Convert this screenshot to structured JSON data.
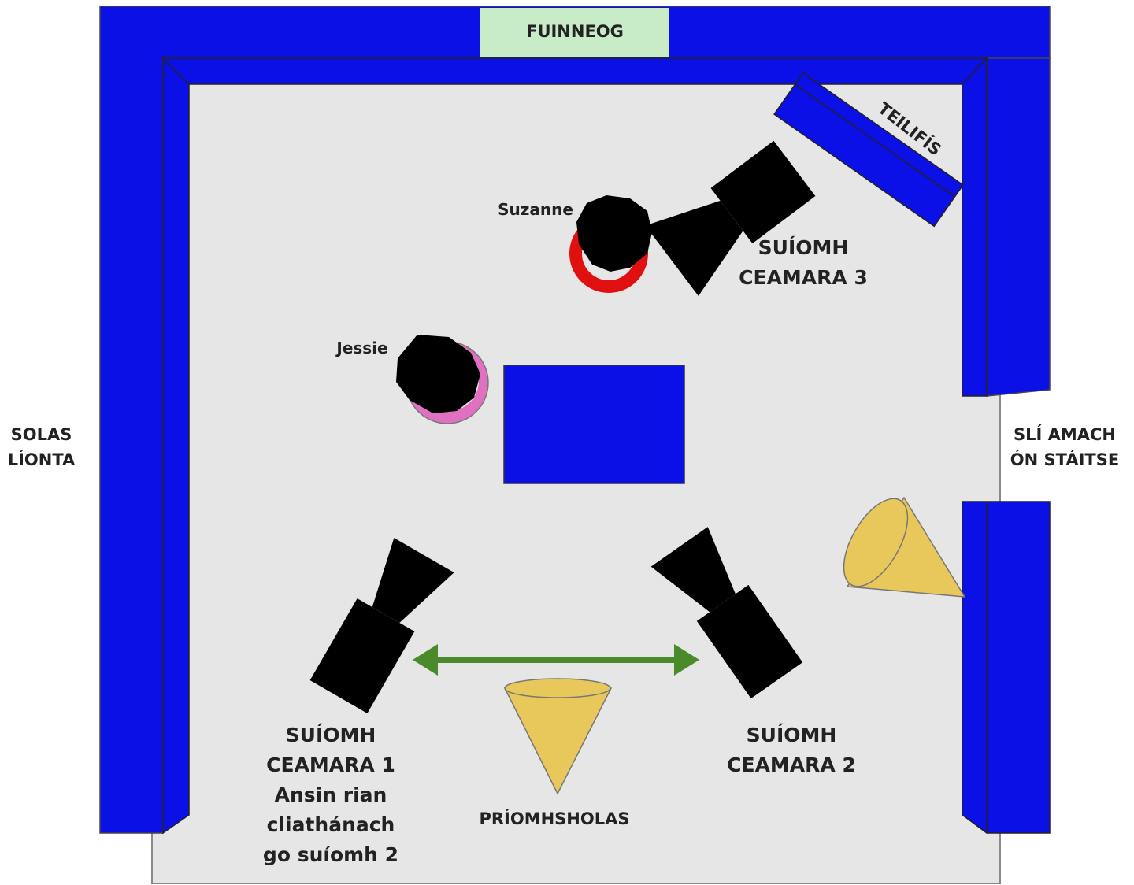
{
  "labels": {
    "window": "FUINNEOG",
    "tv": "TEILIFÍS",
    "person_1": "Suzanne",
    "person_2": "Jessie",
    "camera_3": [
      "SUÍOMH",
      "CEAMARA 3"
    ],
    "camera_1": [
      "SUÍOMH",
      "CEAMARA 1",
      "Ansin rian",
      "cliathánach",
      "go suíomh 2"
    ],
    "camera_2": [
      "SUÍOMH",
      "CEAMARA 2"
    ],
    "fill_light": [
      "SOLAS",
      "LÍONTA"
    ],
    "stage_exit": [
      "SLÍ AMACH",
      "ÓN STÁITSE"
    ],
    "key_light": "PRÍOMHSHOLAS"
  },
  "colors": {
    "wall": "#0a10e6",
    "floor": "#e6e6e6",
    "window": "#c8ebc8",
    "light": "#e8c85a",
    "dolly_arrow": "#4a8a2a",
    "suzanne_chair": "#e01010",
    "jessie_chair": "#e070c0",
    "camera": "#000000"
  }
}
